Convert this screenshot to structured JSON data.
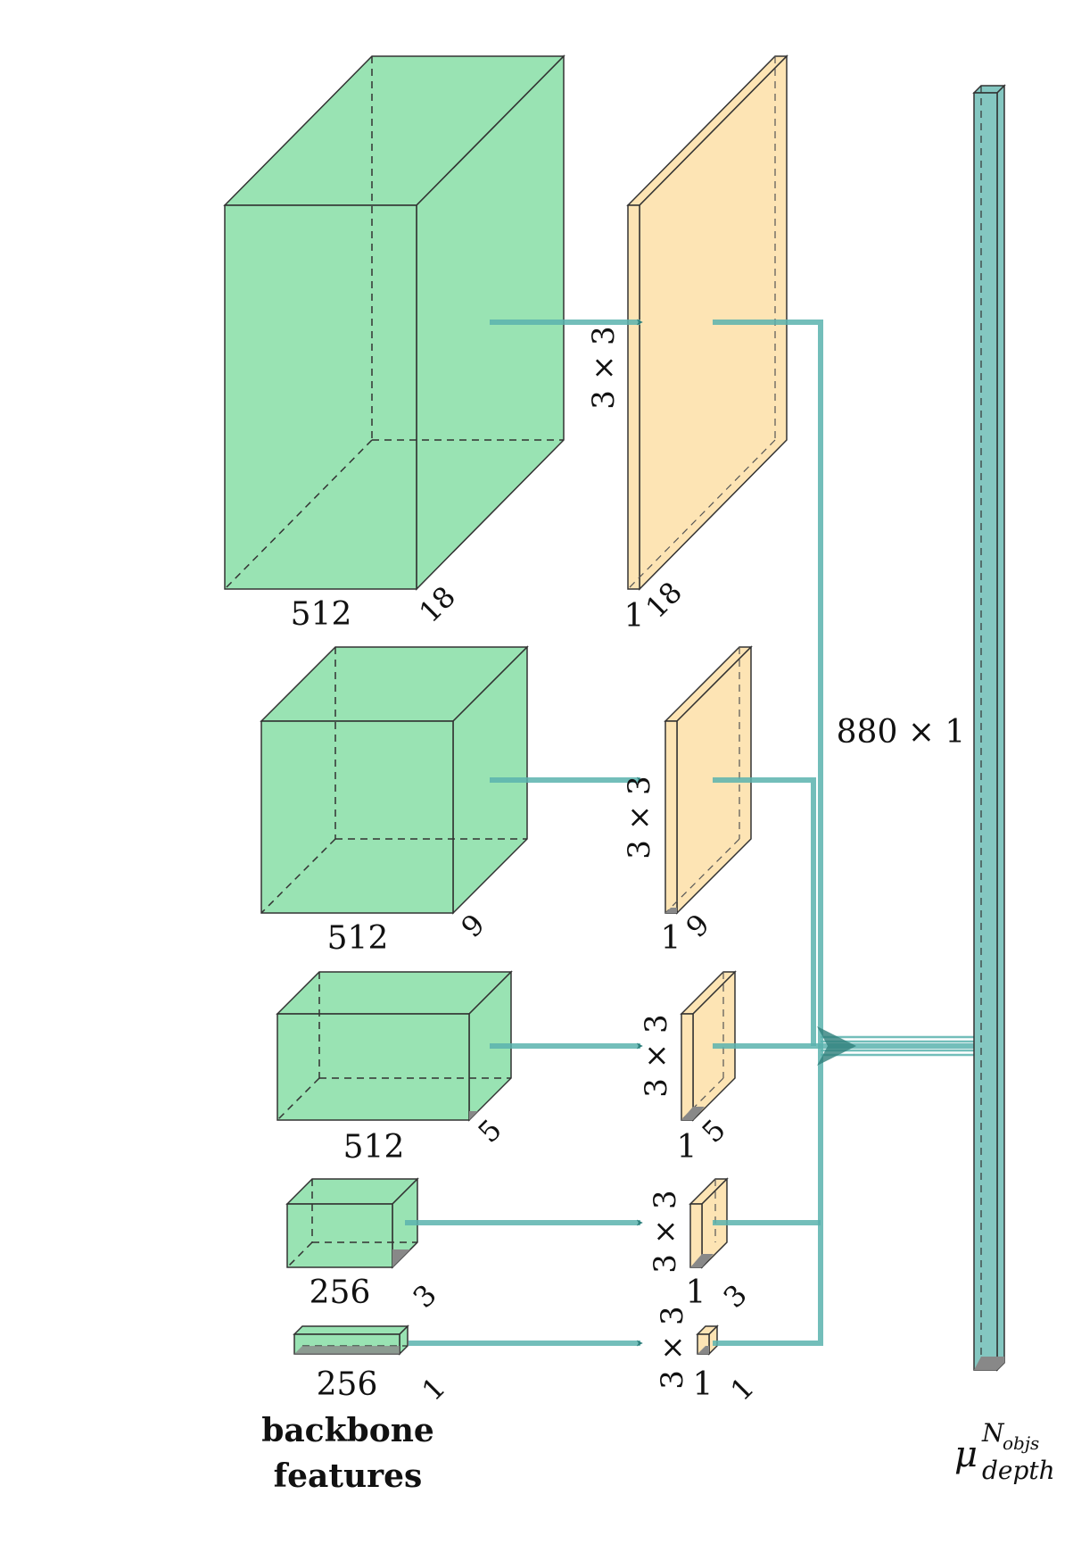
{
  "colors": {
    "feature_fill": "#7fdca0",
    "conv_fill": "#fde4b4",
    "output_fill": "#6fbdb6",
    "connector": "#5bb3ae",
    "arrowhead": "#2f7f7c",
    "edge": "#333333"
  },
  "levels": [
    {
      "feature_width": "512",
      "feature_depth": "18",
      "kernel": "3 × 3",
      "conv_width": "1",
      "conv_depth": "18"
    },
    {
      "feature_width": "512",
      "feature_depth": "9",
      "kernel": "3 × 3",
      "conv_width": "1",
      "conv_depth": "9"
    },
    {
      "feature_width": "512",
      "feature_depth": "5",
      "kernel": "3 × 3",
      "conv_width": "1",
      "conv_depth": "5"
    },
    {
      "feature_width": "256",
      "feature_depth": "3",
      "kernel": "3 × 3",
      "conv_width": "1",
      "conv_depth": "3"
    },
    {
      "feature_width": "256",
      "feature_depth": "1",
      "kernel": "3 × 3",
      "conv_width": "1",
      "conv_depth": "1"
    }
  ],
  "backbone_caption": [
    "backbone",
    "features"
  ],
  "output": {
    "size": "880 × 1",
    "symbol": "μ",
    "superscript": "N",
    "superscript_sub": "objs",
    "subscript": "depth"
  }
}
